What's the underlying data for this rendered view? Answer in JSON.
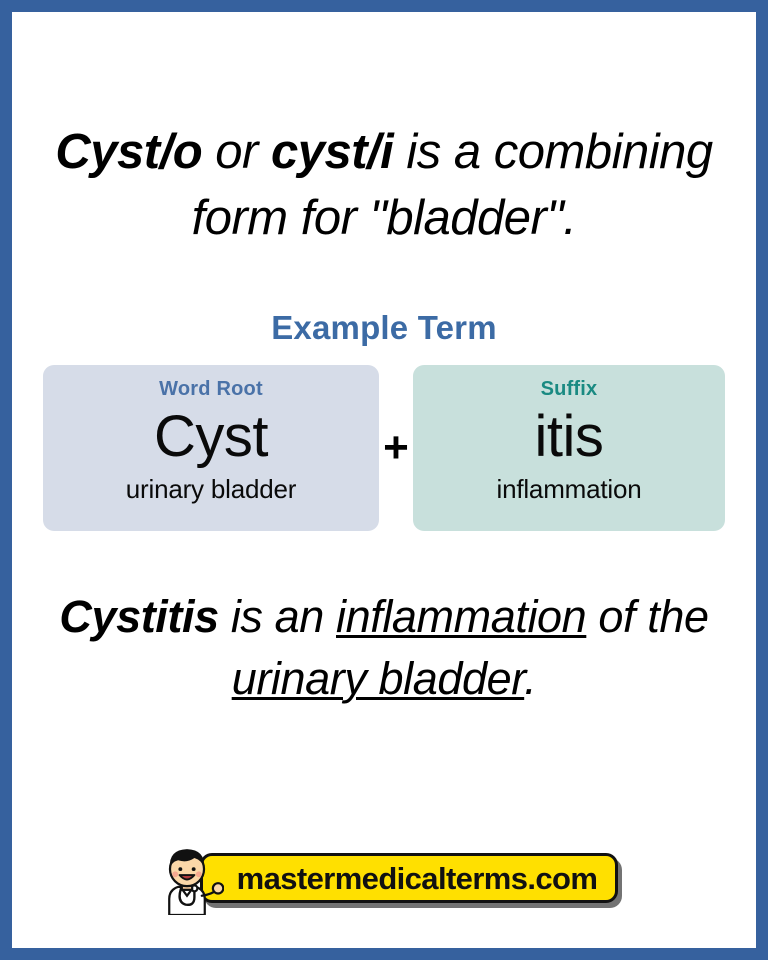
{
  "theme": {
    "border_color": "#36619e",
    "page_background": "#ffffff",
    "accent_blue": "#3c6ba5",
    "root_card_background": "#d6dce8",
    "root_label_color": "#4a72a8",
    "suffix_card_background": "#c8e0dc",
    "suffix_label_color": "#1a8a82",
    "banner_color": "#ffe000",
    "text_color": "#000000"
  },
  "headline": {
    "part1_bold": "Cyst/o",
    "part2": " or ",
    "part3_bold": "cyst/i",
    "part4": " is a combining form for \"bladder\"."
  },
  "example": {
    "section_title": "Example Term",
    "operator": "+",
    "parts": [
      {
        "label": "Word Root",
        "term": "Cyst",
        "meaning": "urinary bladder"
      },
      {
        "label": "Suffix",
        "term": "itis",
        "meaning": "inflammation"
      }
    ]
  },
  "definition": {
    "term_bold": "Cystitis",
    "mid1": " is an ",
    "underline1": "inflammation",
    "mid2": " of the ",
    "underline2": "urinary bladder",
    "end": "."
  },
  "footer": {
    "site_name": "mastermedicalterms.com",
    "mascot": "doctor-character"
  }
}
